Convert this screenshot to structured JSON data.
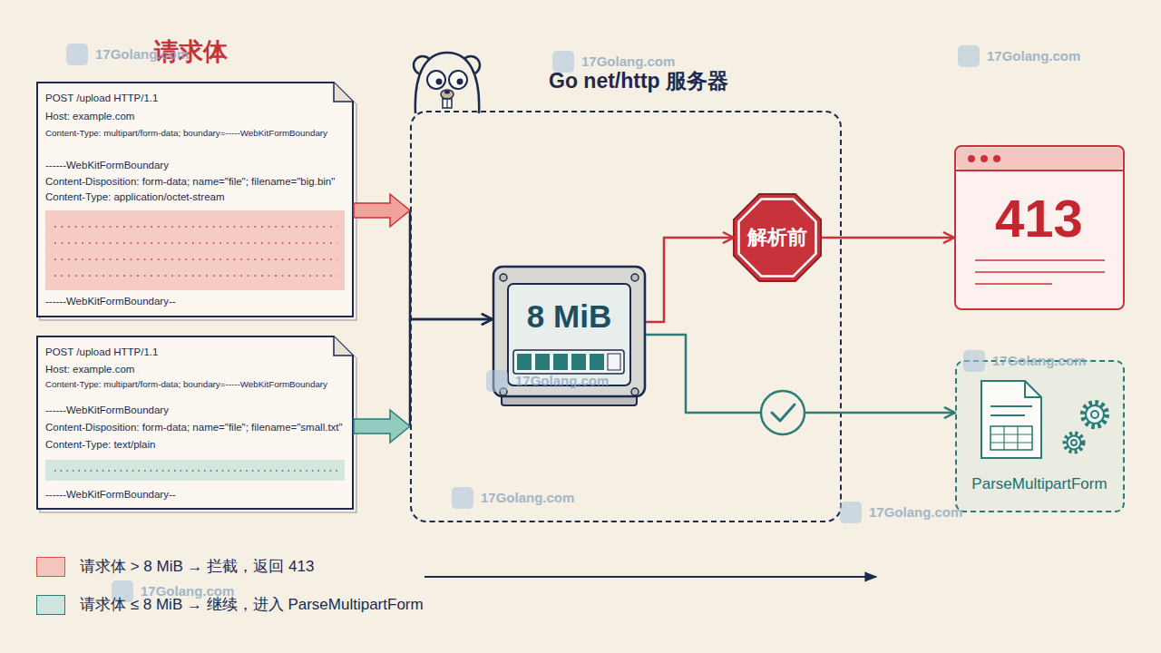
{
  "diagram": {
    "title": "请求体",
    "nodes": [
      {
        "text": [
          "POST /upload HTTP/1.1",
          "Host: example.com",
          "Content-Type: multipart/form-data; boundary=-----WebKitFormBoundary",
          "------WebKitFormBoundary",
          "Content-Disposition: form-data; name=\"file\"; filename=\"big.bin\"",
          "Content-Type: application/octet-stream",
          "------WebKitFormBoundary--"
        ]
      },
      {
        "text": [
          "POST /upload HTTP/1.1",
          "Host: example.com",
          "Content-Type: multipart/form-data; boundary=-----WebKitFormBoundary",
          "------WebKitFormBoundary",
          "Content-Disposition: form-data; name=\"file\"; filename=\"small.txt\"",
          "Content-Type: text/plain",
          "------WebKitFormBoundary--"
        ]
      },
      {
        "text": [
          "Go net/http 服务器"
        ]
      },
      {
        "text": [
          "8 MiB"
        ],
        "in": 2
      },
      {
        "text": [
          "解析前"
        ],
        "in": 2
      },
      {
        "text": [
          "413"
        ]
      },
      {
        "text": [
          "ParseMultipartForm"
        ]
      }
    ],
    "edges": [
      {
        "from": 0,
        "to": 3,
        "arrow": "to"
      },
      {
        "from": 1,
        "to": 3,
        "arrow": "to"
      },
      {
        "from": 3,
        "to": 4,
        "arrow": "to"
      },
      {
        "from": 4,
        "to": 5,
        "arrow": "to"
      },
      {
        "from": 3,
        "to": 6,
        "arrow": "to"
      }
    ],
    "labels": [
      "17Golang.com",
      "17Golang.com",
      "17Golang.com",
      "17Golang.com",
      "17Golang.com",
      "17Golang.com",
      "17Golang.com",
      "17Golang.com"
    ],
    "legend": [
      {
        "text": "请求体 > 8 MiB → 拦截，返回 413",
        "color": "#f4c5bd"
      },
      {
        "text": "请求体 ≤ 8 MiB → 继续，进入 ParseMultipartForm",
        "color": "#cfe4dc"
      }
    ]
  }
}
